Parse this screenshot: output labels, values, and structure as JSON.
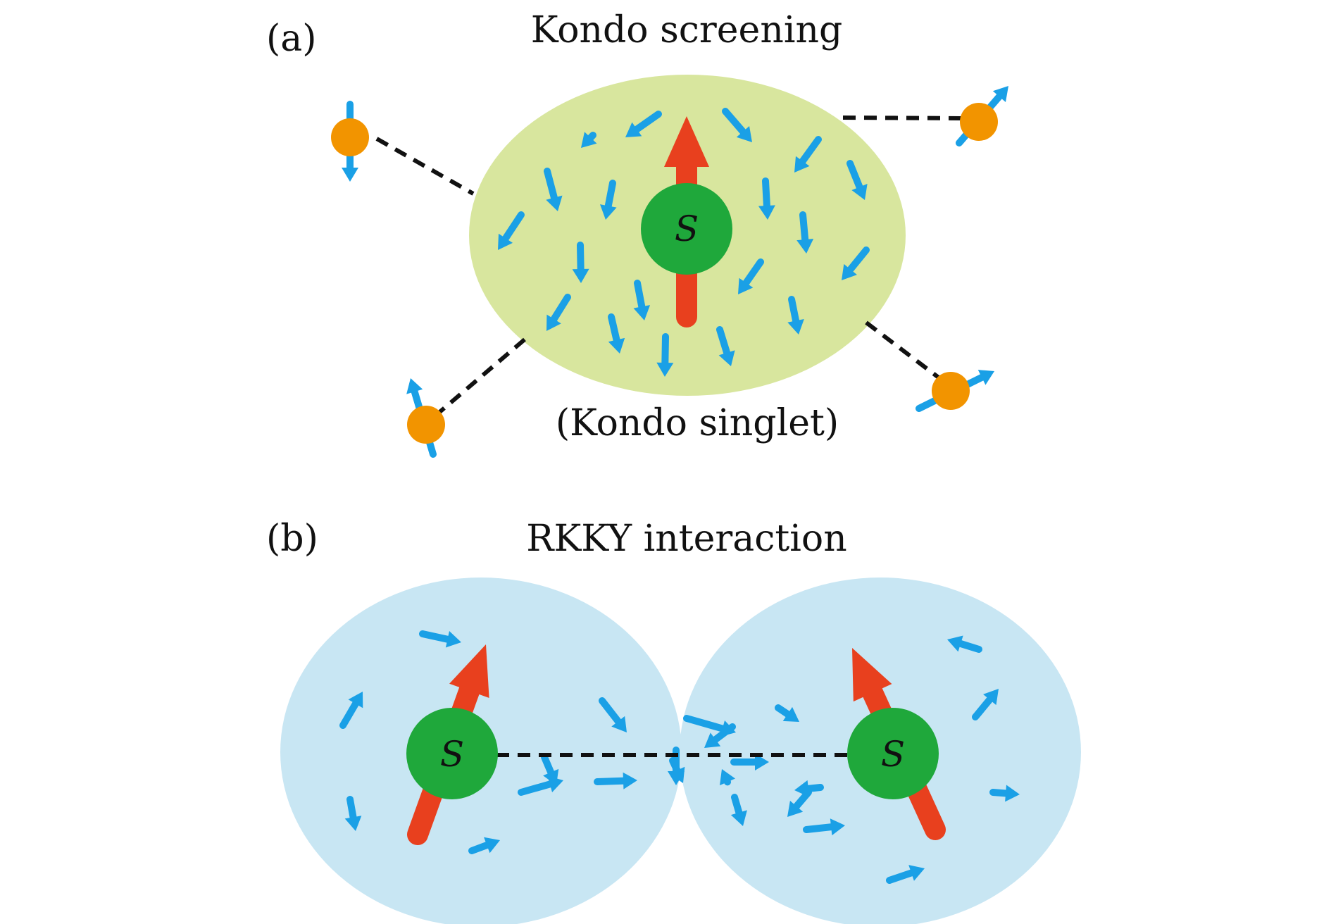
{
  "panel_a": {
    "label": "(a)",
    "title": "Kondo screening",
    "caption": "(Kondo singlet)",
    "impurity_symbol": "S"
  },
  "panel_b": {
    "label": "(b)",
    "title": "RKKY interaction",
    "impurity_left_symbol": "S",
    "impurity_right_symbol": "S"
  },
  "colors": {
    "kondo_cloud": "#d8e69e",
    "rkky_cloud": "#c8e6f3",
    "impurity": "#1fa83b",
    "local_moment": "#e8401e",
    "conduction_spin": "#1aa0e6",
    "free_electron": "#f29400",
    "caption": "#e21b1b"
  }
}
